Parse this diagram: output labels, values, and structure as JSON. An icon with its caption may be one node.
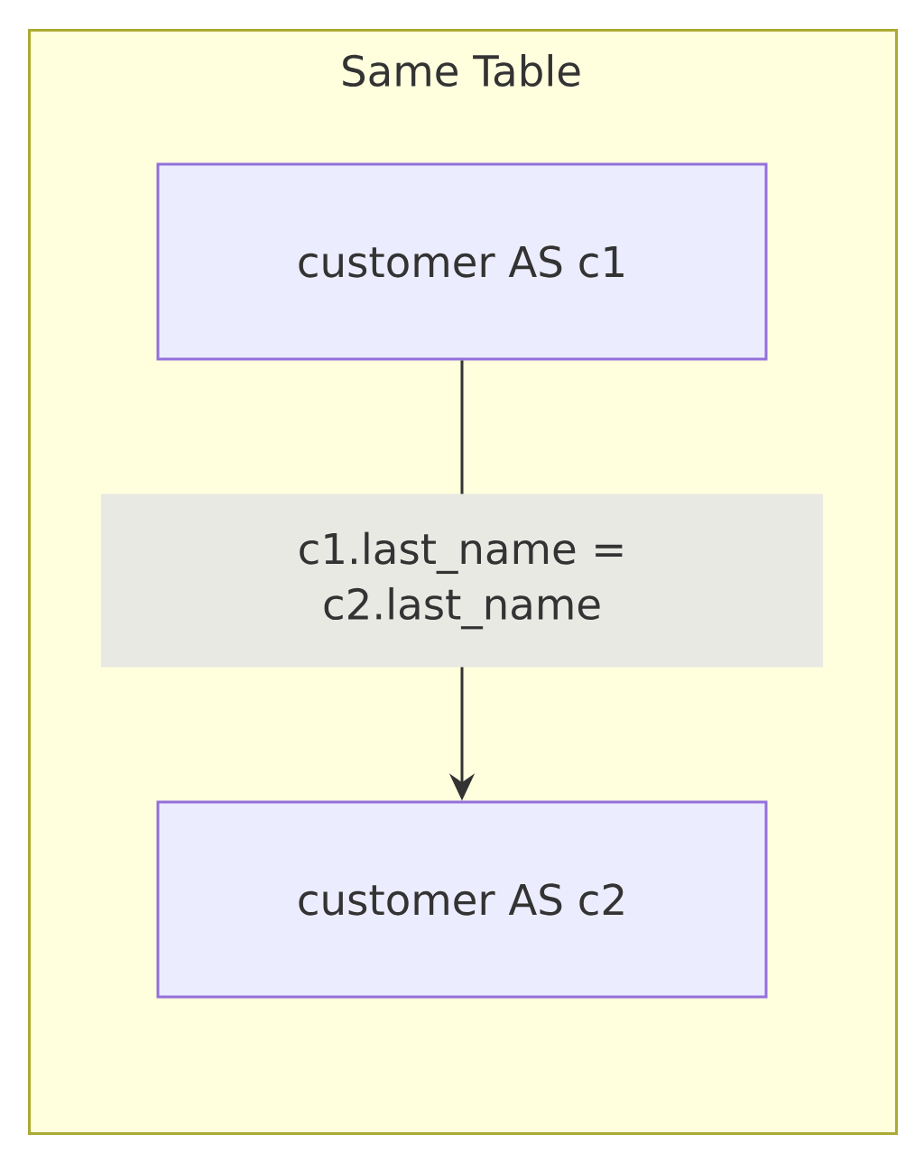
{
  "diagram": {
    "nodes": [
      {
        "text": [
          "Same Table"
        ]
      },
      {
        "text": [
          "customer AS c1"
        ],
        "in": 0
      },
      {
        "text": [
          "customer AS c2"
        ],
        "in": 0
      }
    ],
    "edges": [
      {
        "from": 1,
        "to": 2,
        "arrow": "to",
        "label": "c1.last_name = c2.last_name"
      }
    ]
  }
}
